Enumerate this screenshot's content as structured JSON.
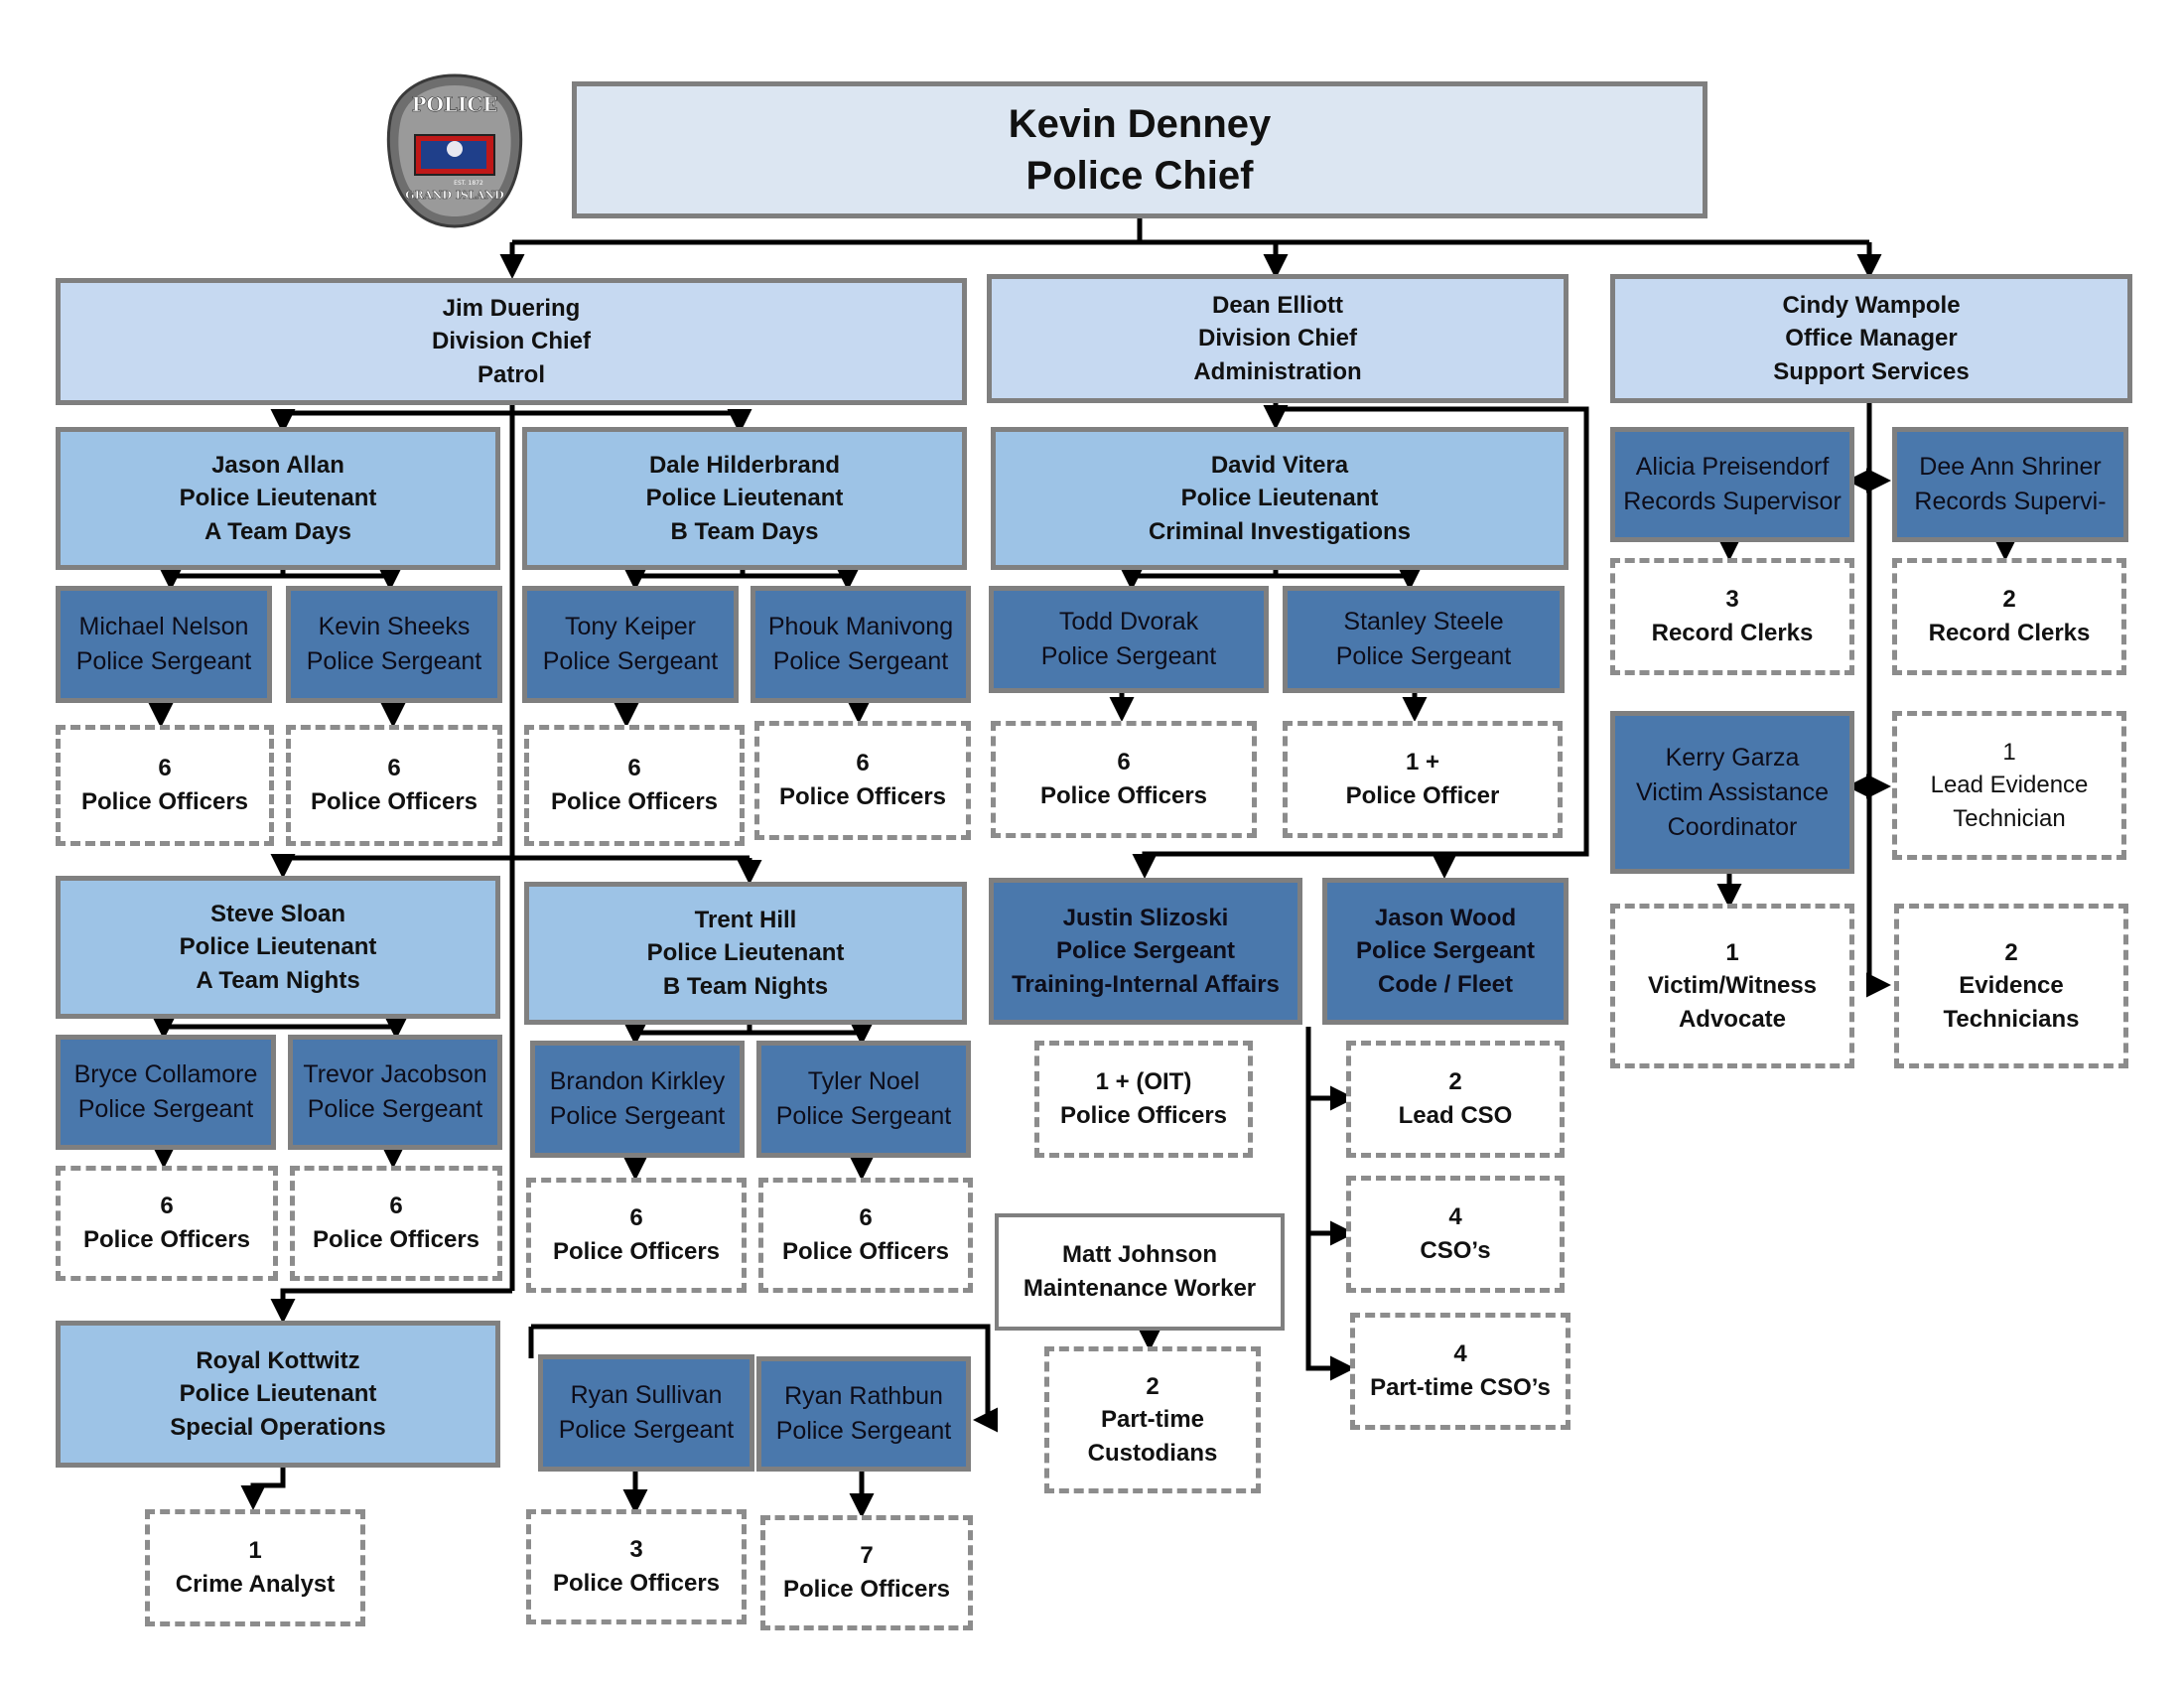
{
  "logo": {
    "top_text": "POLICE",
    "bottom_text": "GRAND ISLAND",
    "est_text": "EST. 1872"
  },
  "chief": {
    "name": "Kevin Denney",
    "title": "Police Chief"
  },
  "patrol": {
    "head": {
      "name": "Jim Duering",
      "title": "Division Chief",
      "unit": "Patrol"
    },
    "jason_allan": {
      "name": "Jason Allan",
      "title": "Police Lieutenant",
      "unit": "A Team Days"
    },
    "dale_hilderbrand": {
      "name": "Dale Hilderbrand",
      "title": "Police Lieutenant",
      "unit": "B Team Days"
    },
    "michael_nelson": {
      "name": "Michael Nelson",
      "title": "Police Sergeant"
    },
    "kevin_sheeks": {
      "name": "Kevin Sheeks",
      "title": "Police Sergeant"
    },
    "tony_keiper": {
      "name": "Tony Keiper",
      "title": "Police Sergeant"
    },
    "phouk_manivong": {
      "name": "Phouk Manivong",
      "title": "Police Sergeant"
    },
    "g_nelson": {
      "count": "6",
      "label": "Police Officers"
    },
    "g_sheeks": {
      "count": "6",
      "label": "Police Officers"
    },
    "g_keiper": {
      "count": "6",
      "label": "Police Officers"
    },
    "g_manivong": {
      "count": "6",
      "label": "Police Officers"
    },
    "steve_sloan": {
      "name": "Steve Sloan",
      "title": "Police Lieutenant",
      "unit": "A Team Nights"
    },
    "trent_hill": {
      "name": "Trent Hill",
      "title": "Police Lieutenant",
      "unit": "B Team Nights"
    },
    "bryce_collamore": {
      "name": "Bryce Collamore",
      "title": "Police Sergeant"
    },
    "trevor_jacobson": {
      "name": "Trevor Jacobson",
      "title": "Police Sergeant"
    },
    "brandon_kirkley": {
      "name": "Brandon Kirkley",
      "title": "Police Sergeant"
    },
    "tyler_noel": {
      "name": "Tyler Noel",
      "title": "Police Sergeant"
    },
    "g_collamore": {
      "count": "6",
      "label": "Police Officers"
    },
    "g_jacobson": {
      "count": "6",
      "label": "Police Officers"
    },
    "g_kirkley": {
      "count": "6",
      "label": "Police Officers"
    },
    "g_noel": {
      "count": "6",
      "label": "Police Officers"
    },
    "royal_kottwitz": {
      "name": "Royal Kottwitz",
      "title": "Police Lieutenant",
      "unit": "Special Operations"
    },
    "ryan_sullivan": {
      "name": "Ryan Sullivan",
      "title": "Police Sergeant"
    },
    "ryan_rathbun": {
      "name": "Ryan Rathbun",
      "title": "Police Sergeant"
    },
    "g_analyst": {
      "count": "1",
      "label": "Crime Analyst"
    },
    "g_sullivan": {
      "count": "3",
      "label": "Police Officers"
    },
    "g_rathbun": {
      "count": "7",
      "label": "Police Officers"
    }
  },
  "admin": {
    "head": {
      "name": "Dean Elliott",
      "title": "Division Chief",
      "unit": "Administration"
    },
    "david_vitera": {
      "name": "David Vitera",
      "title": "Police Lieutenant",
      "unit": "Criminal Investigations"
    },
    "todd_dvorak": {
      "name": "Todd Dvorak",
      "title": "Police Sergeant"
    },
    "stanley_steele": {
      "name": "Stanley Steele",
      "title": "Police Sergeant"
    },
    "g_dvorak": {
      "count": "6",
      "label": "Police Officers"
    },
    "g_steele": {
      "count": "1 +",
      "label": "Police Officer"
    },
    "justin_slizoski": {
      "name": "Justin Slizoski",
      "title": "Police Sergeant",
      "unit": "Training-Internal Affairs"
    },
    "jason_wood": {
      "name": "Jason Wood",
      "title": "Police Sergeant",
      "unit": "Code / Fleet"
    },
    "g_oit": {
      "count": "1 + (OIT)",
      "label": "Police Officers"
    },
    "g_lead_cso": {
      "count": "2",
      "label": "Lead CSO"
    },
    "g_cso": {
      "count": "4",
      "label": "CSO’s"
    },
    "g_pt_cso": {
      "count": "4",
      "label": "Part-time CSO’s"
    },
    "matt_johnson": {
      "name": "Matt Johnson",
      "title": "Maintenance Worker"
    },
    "g_custodians": {
      "count": "2",
      "label": "Part-time",
      "label2": "Custodians"
    }
  },
  "support": {
    "head": {
      "name": "Cindy Wampole",
      "title": "Office Manager",
      "unit": "Support Services"
    },
    "alicia": {
      "name": "Alicia Preisendorf",
      "title": "Records Supervisor"
    },
    "dee_ann": {
      "name": "Dee Ann Shriner",
      "title": "Records Supervi-"
    },
    "g_record_clerks_a": {
      "count": "3",
      "label": "Record Clerks"
    },
    "g_record_clerks_b": {
      "count": "2",
      "label": "Record Clerks"
    },
    "kerry_garza": {
      "name": "Kerry Garza",
      "title": "Victim Assistance",
      "unit": "Coordinator"
    },
    "g_lead_evidence": {
      "count": "1",
      "label": "Lead Evidence",
      "label2": "Technician"
    },
    "g_advocate": {
      "count": "1",
      "label": "Victim/Witness",
      "label2": "Advocate"
    },
    "g_evidence": {
      "count": "2",
      "label": "Evidence",
      "label2": "Technicians"
    }
  }
}
